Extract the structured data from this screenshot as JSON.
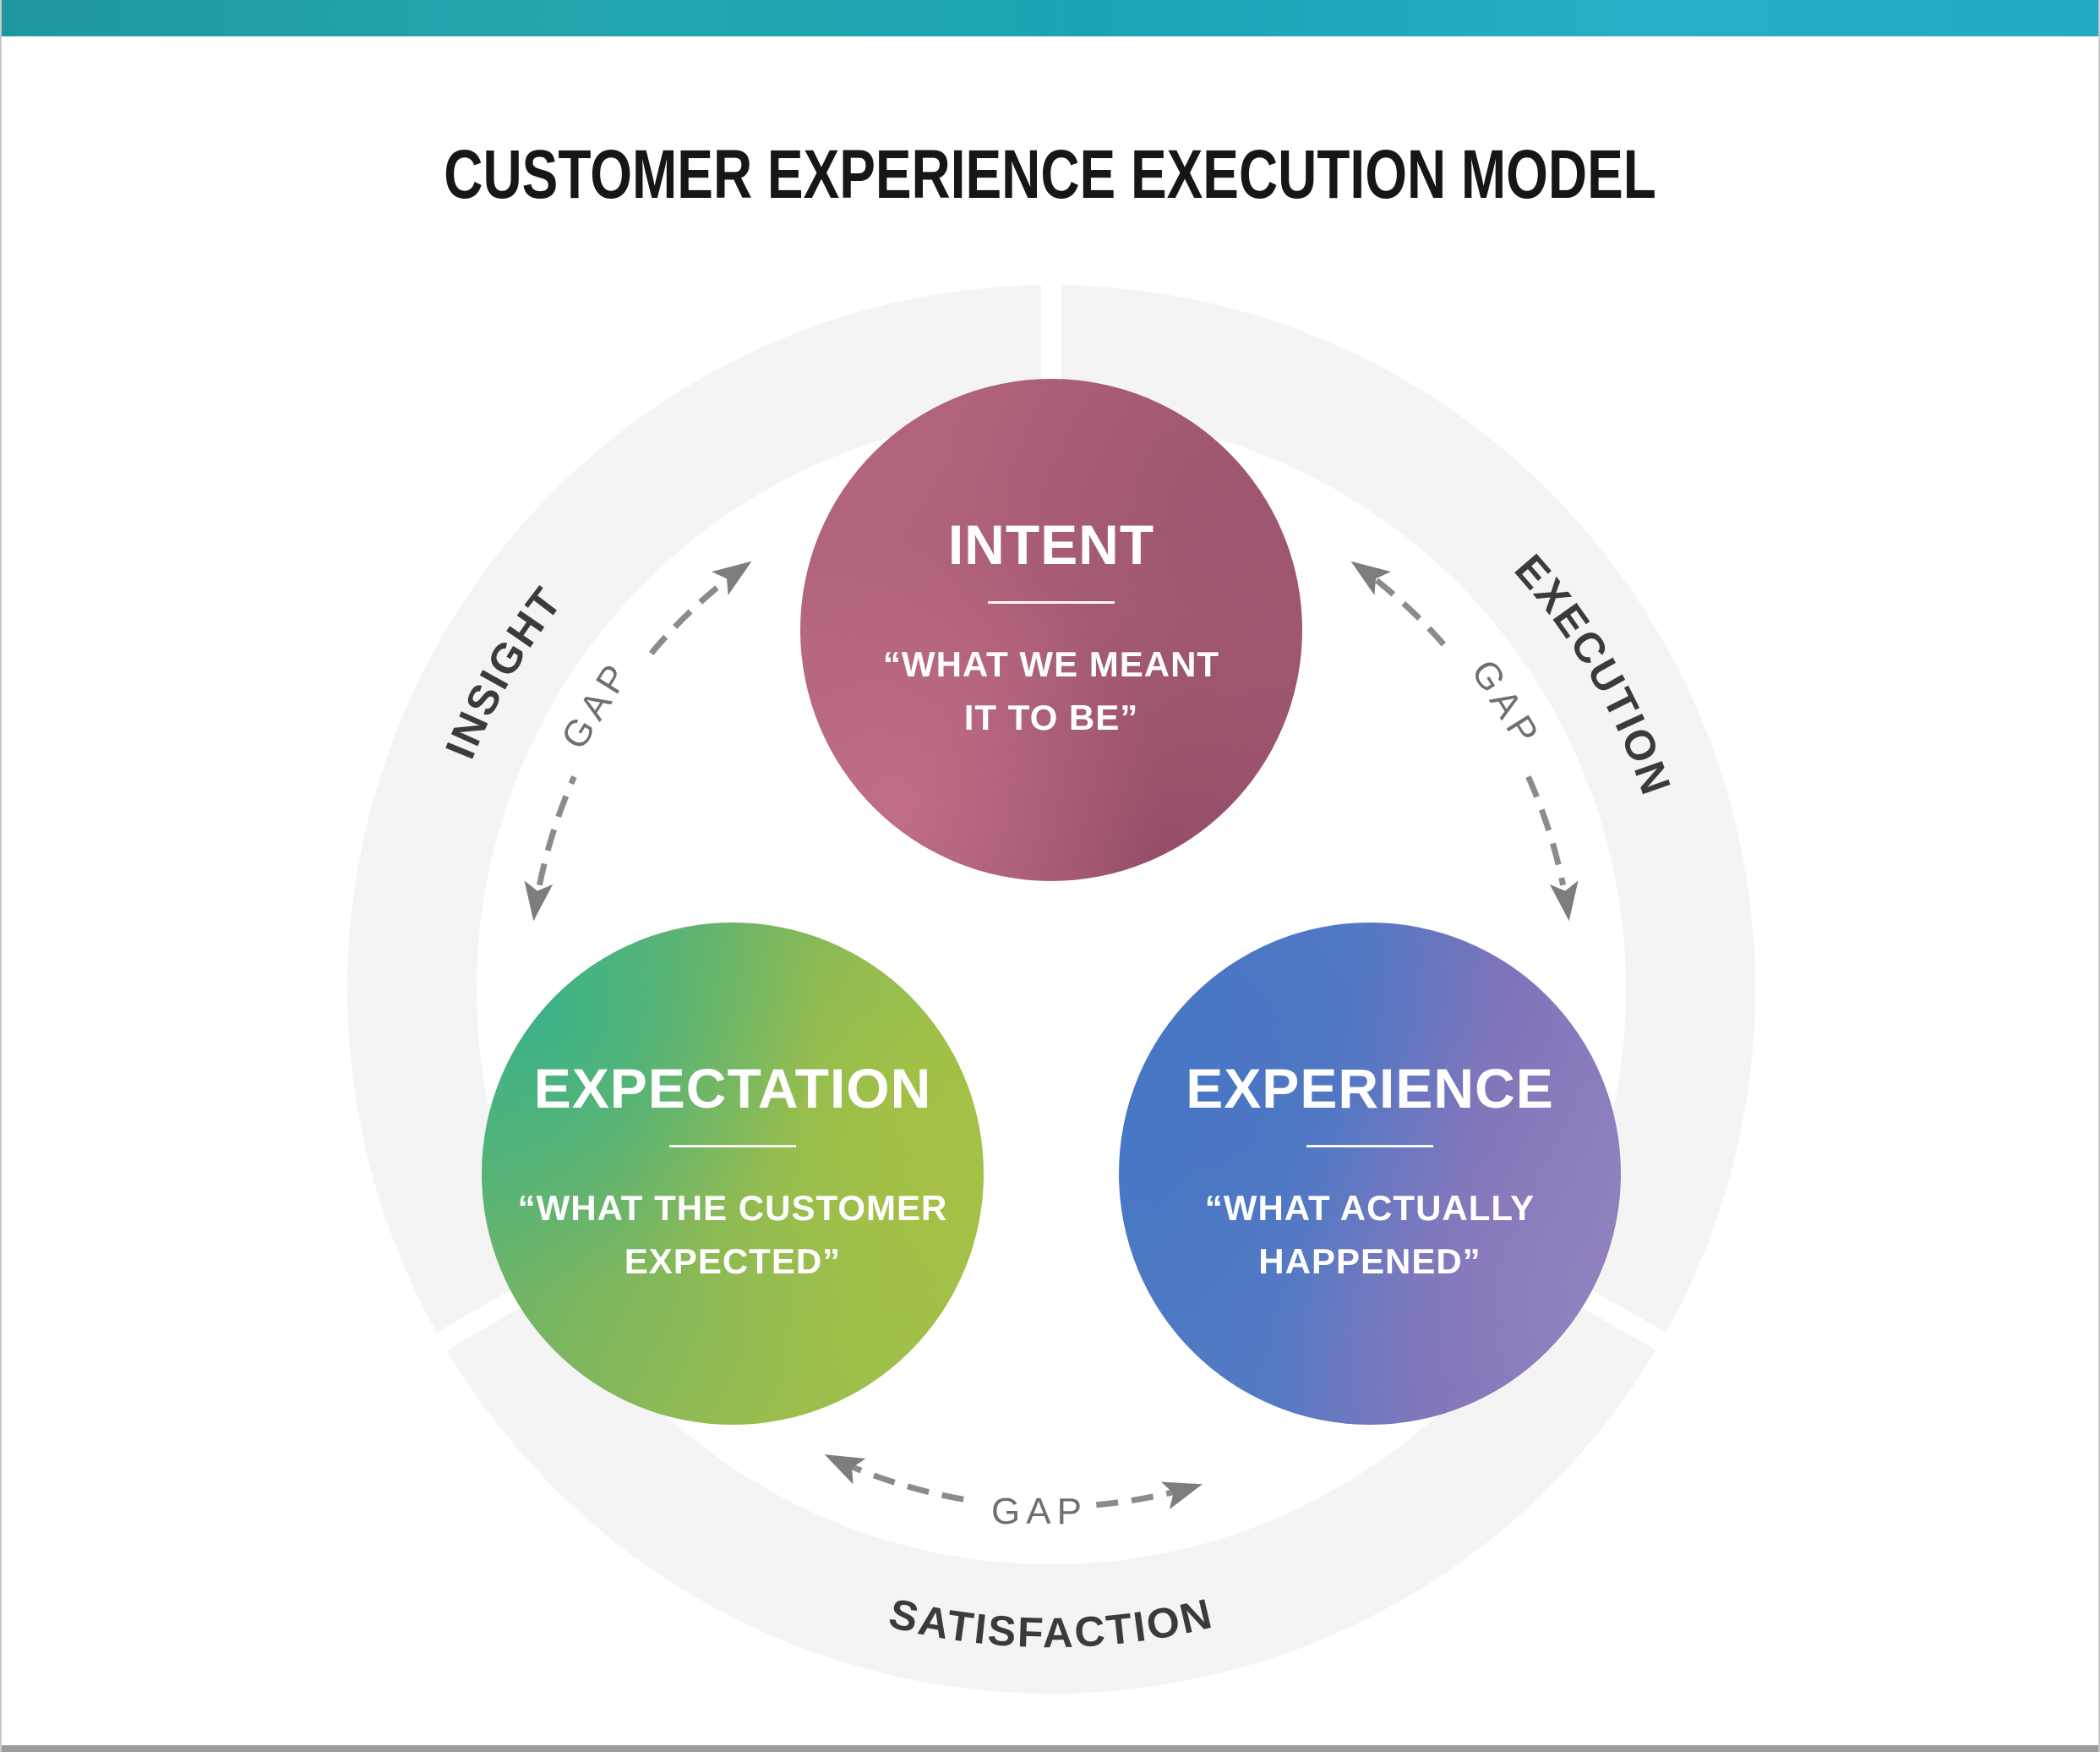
{
  "title": "CUSTOMER EXPERIENCE EXECUTION MODEL",
  "accent_bar": {
    "colors": [
      "#1f97a0",
      "#23a6ad",
      "#1ba3b4",
      "#28aec6"
    ]
  },
  "ring": {
    "band_color": "#f4f4f5",
    "label_color": "#3b3b3b",
    "gap_label": "GAP",
    "labels": {
      "left": "INSIGHT",
      "right": "EXECUTION",
      "bottom": "SATISFACTION"
    }
  },
  "nodes": {
    "intent": {
      "title": "INTENT",
      "quote_lines": [
        "“WHAT WE MEANT",
        "IT TO BE”"
      ],
      "palette": [
        "#b4687c",
        "#9c5570"
      ]
    },
    "expectation": {
      "title": "EXPECTATION",
      "quote_lines": [
        "“WHAT THE CUSTOMER",
        "EXPECTED”"
      ],
      "palette": [
        "#3eb28a",
        "#a6c047"
      ]
    },
    "experience": {
      "title": "EXPERIENCE",
      "quote_lines": [
        "“WHAT ACTUALLY",
        "HAPPENED”"
      ],
      "palette": [
        "#4a7ac5",
        "#9182bf"
      ]
    }
  }
}
